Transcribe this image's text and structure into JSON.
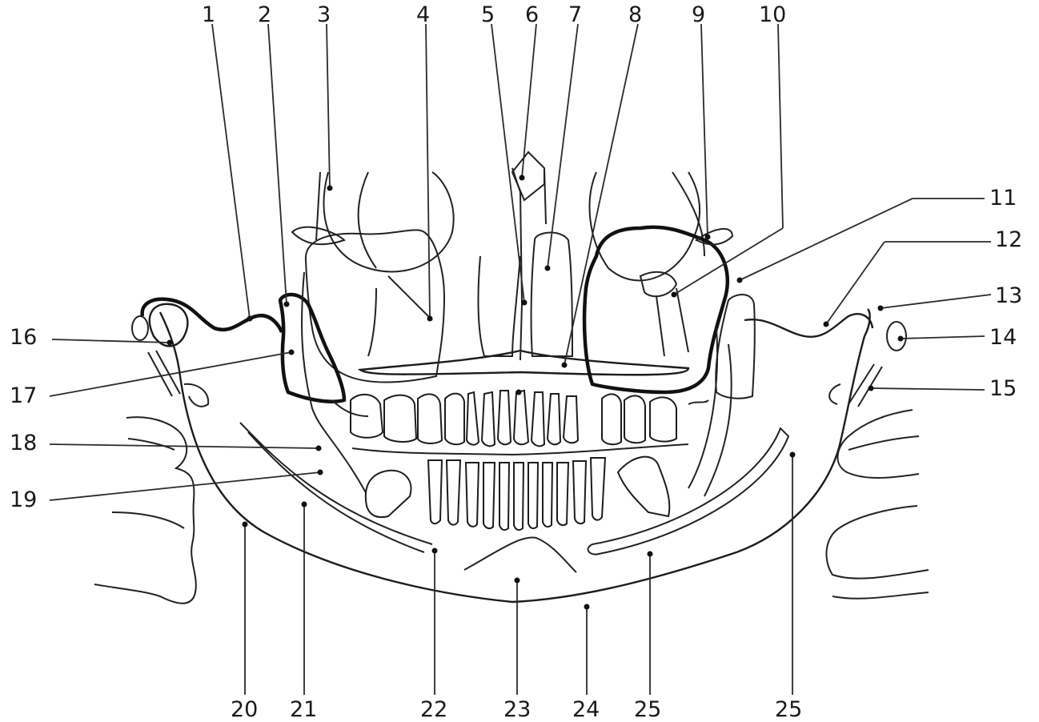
{
  "labels": {
    "top": [
      "1",
      "2",
      "3",
      "4",
      "5",
      "6",
      "7",
      "8",
      "9",
      "10"
    ],
    "right": [
      "11",
      "12",
      "13",
      "14",
      "15"
    ],
    "left": [
      "16",
      "17",
      "18",
      "19"
    ],
    "bottom": [
      "20",
      "21",
      "22",
      "23",
      "24",
      "25",
      "25"
    ]
  },
  "colors": {
    "ink": "#1a1a1a",
    "paper": "#ffffff"
  }
}
